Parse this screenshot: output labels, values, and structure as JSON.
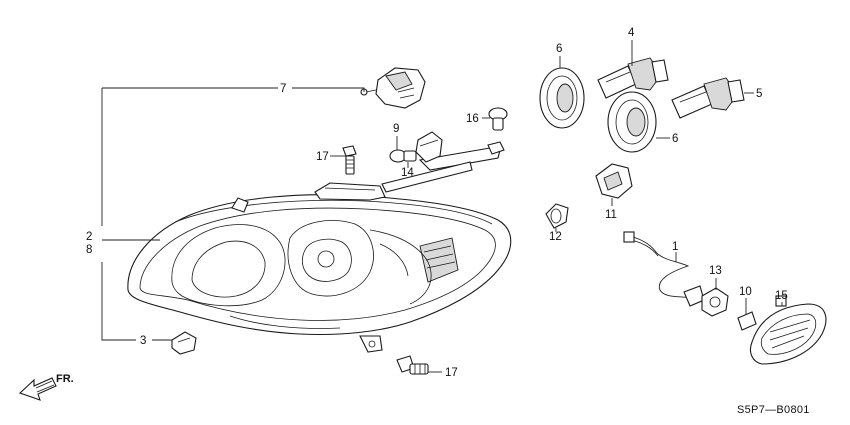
{
  "callouts": [
    {
      "id": "1",
      "text": "1"
    },
    {
      "id": "2",
      "text": "2"
    },
    {
      "id": "3",
      "text": "3"
    },
    {
      "id": "4",
      "text": "4"
    },
    {
      "id": "5",
      "text": "5"
    },
    {
      "id": "6a",
      "text": "6"
    },
    {
      "id": "6b",
      "text": "6"
    },
    {
      "id": "7",
      "text": "7"
    },
    {
      "id": "8",
      "text": "8"
    },
    {
      "id": "9",
      "text": "9"
    },
    {
      "id": "10",
      "text": "10"
    },
    {
      "id": "11",
      "text": "11"
    },
    {
      "id": "12",
      "text": "12"
    },
    {
      "id": "13",
      "text": "13"
    },
    {
      "id": "14",
      "text": "14"
    },
    {
      "id": "15",
      "text": "15"
    },
    {
      "id": "16",
      "text": "16"
    },
    {
      "id": "17a",
      "text": "17"
    },
    {
      "id": "17b",
      "text": "17"
    }
  ],
  "direction_label": "FR.",
  "diagram_code": "S5P7—B0801"
}
